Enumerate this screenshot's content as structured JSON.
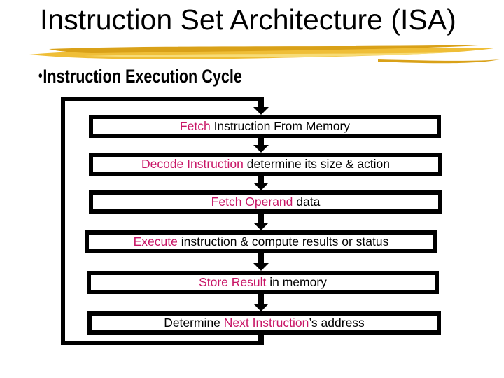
{
  "slide": {
    "title": "Instruction Set Architecture (ISA)",
    "bullet_marker": "•",
    "section_heading": "Instruction Execution Cycle"
  },
  "colors": {
    "highlight": "#C81566",
    "text": "#000000",
    "background": "#FFFFFF",
    "brush_main": "#EFBE37",
    "brush_dark": "#D9A118",
    "brush_light": "#F7DC77"
  },
  "diagram": {
    "type": "cycle-flowchart",
    "description": "Instruction execution cycle: six steps connected by downward arrows with a feedback loop from the last step back to the first",
    "steps": [
      {
        "segments": [
          {
            "text": "Fetch",
            "highlight": true
          },
          {
            "text": " Instruction From Memory",
            "highlight": false
          }
        ]
      },
      {
        "segments": [
          {
            "text": "Decode Instruction",
            "highlight": true
          },
          {
            "text": " determine its size & action",
            "highlight": false
          }
        ]
      },
      {
        "segments": [
          {
            "text": "Fetch Operand",
            "highlight": true
          },
          {
            "text": " data",
            "highlight": false
          }
        ]
      },
      {
        "segments": [
          {
            "text": "Execute",
            "highlight": true
          },
          {
            "text": " instruction & compute results or status",
            "highlight": false
          }
        ]
      },
      {
        "segments": [
          {
            "text": "Store Result",
            "highlight": true
          },
          {
            "text": " in memory",
            "highlight": false
          }
        ]
      },
      {
        "segments": [
          {
            "text": "Determine ",
            "highlight": false
          },
          {
            "text": "Next Instruction",
            "highlight": true
          },
          {
            "text": "’s address",
            "highlight": false
          }
        ]
      }
    ]
  }
}
